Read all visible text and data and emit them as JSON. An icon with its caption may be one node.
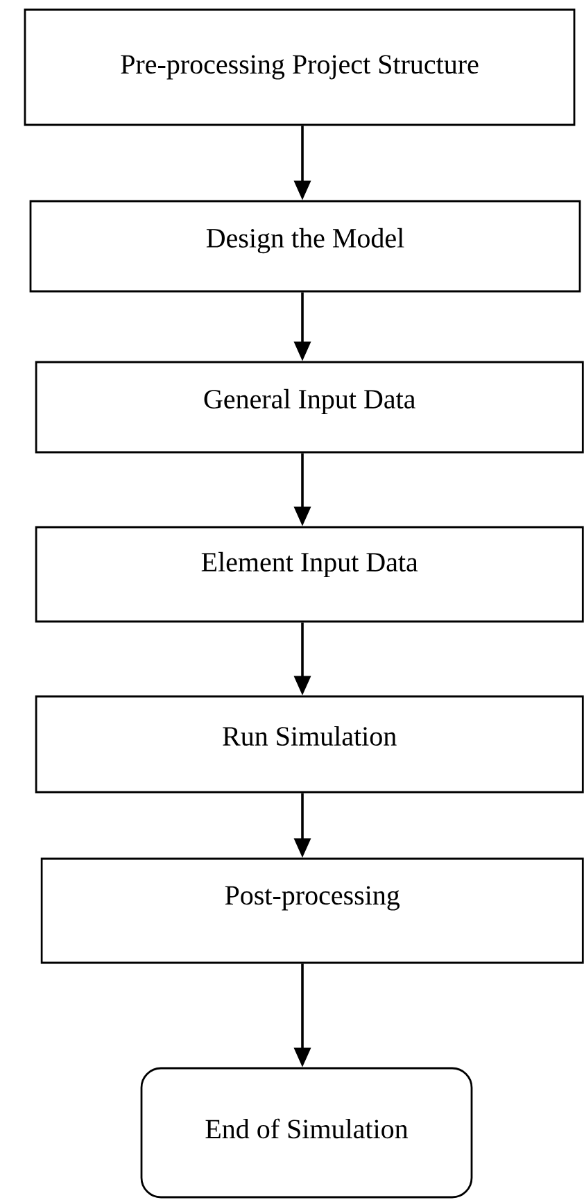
{
  "diagram": {
    "nodes": [
      {
        "text": [
          "Pre-processing Project Structure"
        ]
      },
      {
        "text": [
          "Design the Model"
        ]
      },
      {
        "text": [
          "General Input Data"
        ]
      },
      {
        "text": [
          "Element Input Data"
        ]
      },
      {
        "text": [
          "Run Simulation"
        ]
      },
      {
        "text": [
          "Post-processing"
        ]
      },
      {
        "text": [
          "End of Simulation"
        ]
      }
    ],
    "edges": [
      {
        "from": 0,
        "to": 1,
        "arrow": "to"
      },
      {
        "from": 1,
        "to": 2,
        "arrow": "to"
      },
      {
        "from": 2,
        "to": 3,
        "arrow": "to"
      },
      {
        "from": 3,
        "to": 4,
        "arrow": "to"
      },
      {
        "from": 4,
        "to": 5,
        "arrow": "to"
      },
      {
        "from": 5,
        "to": 6,
        "arrow": "to"
      }
    ]
  }
}
